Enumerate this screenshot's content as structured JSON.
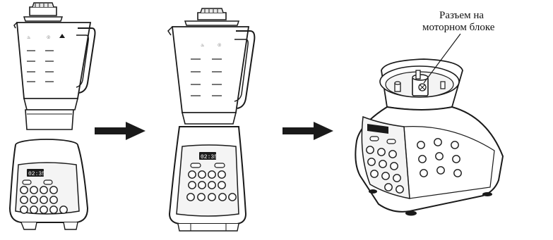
{
  "diagram": {
    "callout": {
      "line1": "Разъем на",
      "line2": "моторном блоке"
    },
    "display_readout": "02:35",
    "steps": [
      "separate-jug-and-base",
      "jug-mounted-on-base",
      "motor-base-connector"
    ]
  },
  "colors": {
    "ink": "#1a1a1a",
    "body": "#ffffff",
    "panel": "#f4f4f4",
    "arrow": "#1a1a1a"
  }
}
